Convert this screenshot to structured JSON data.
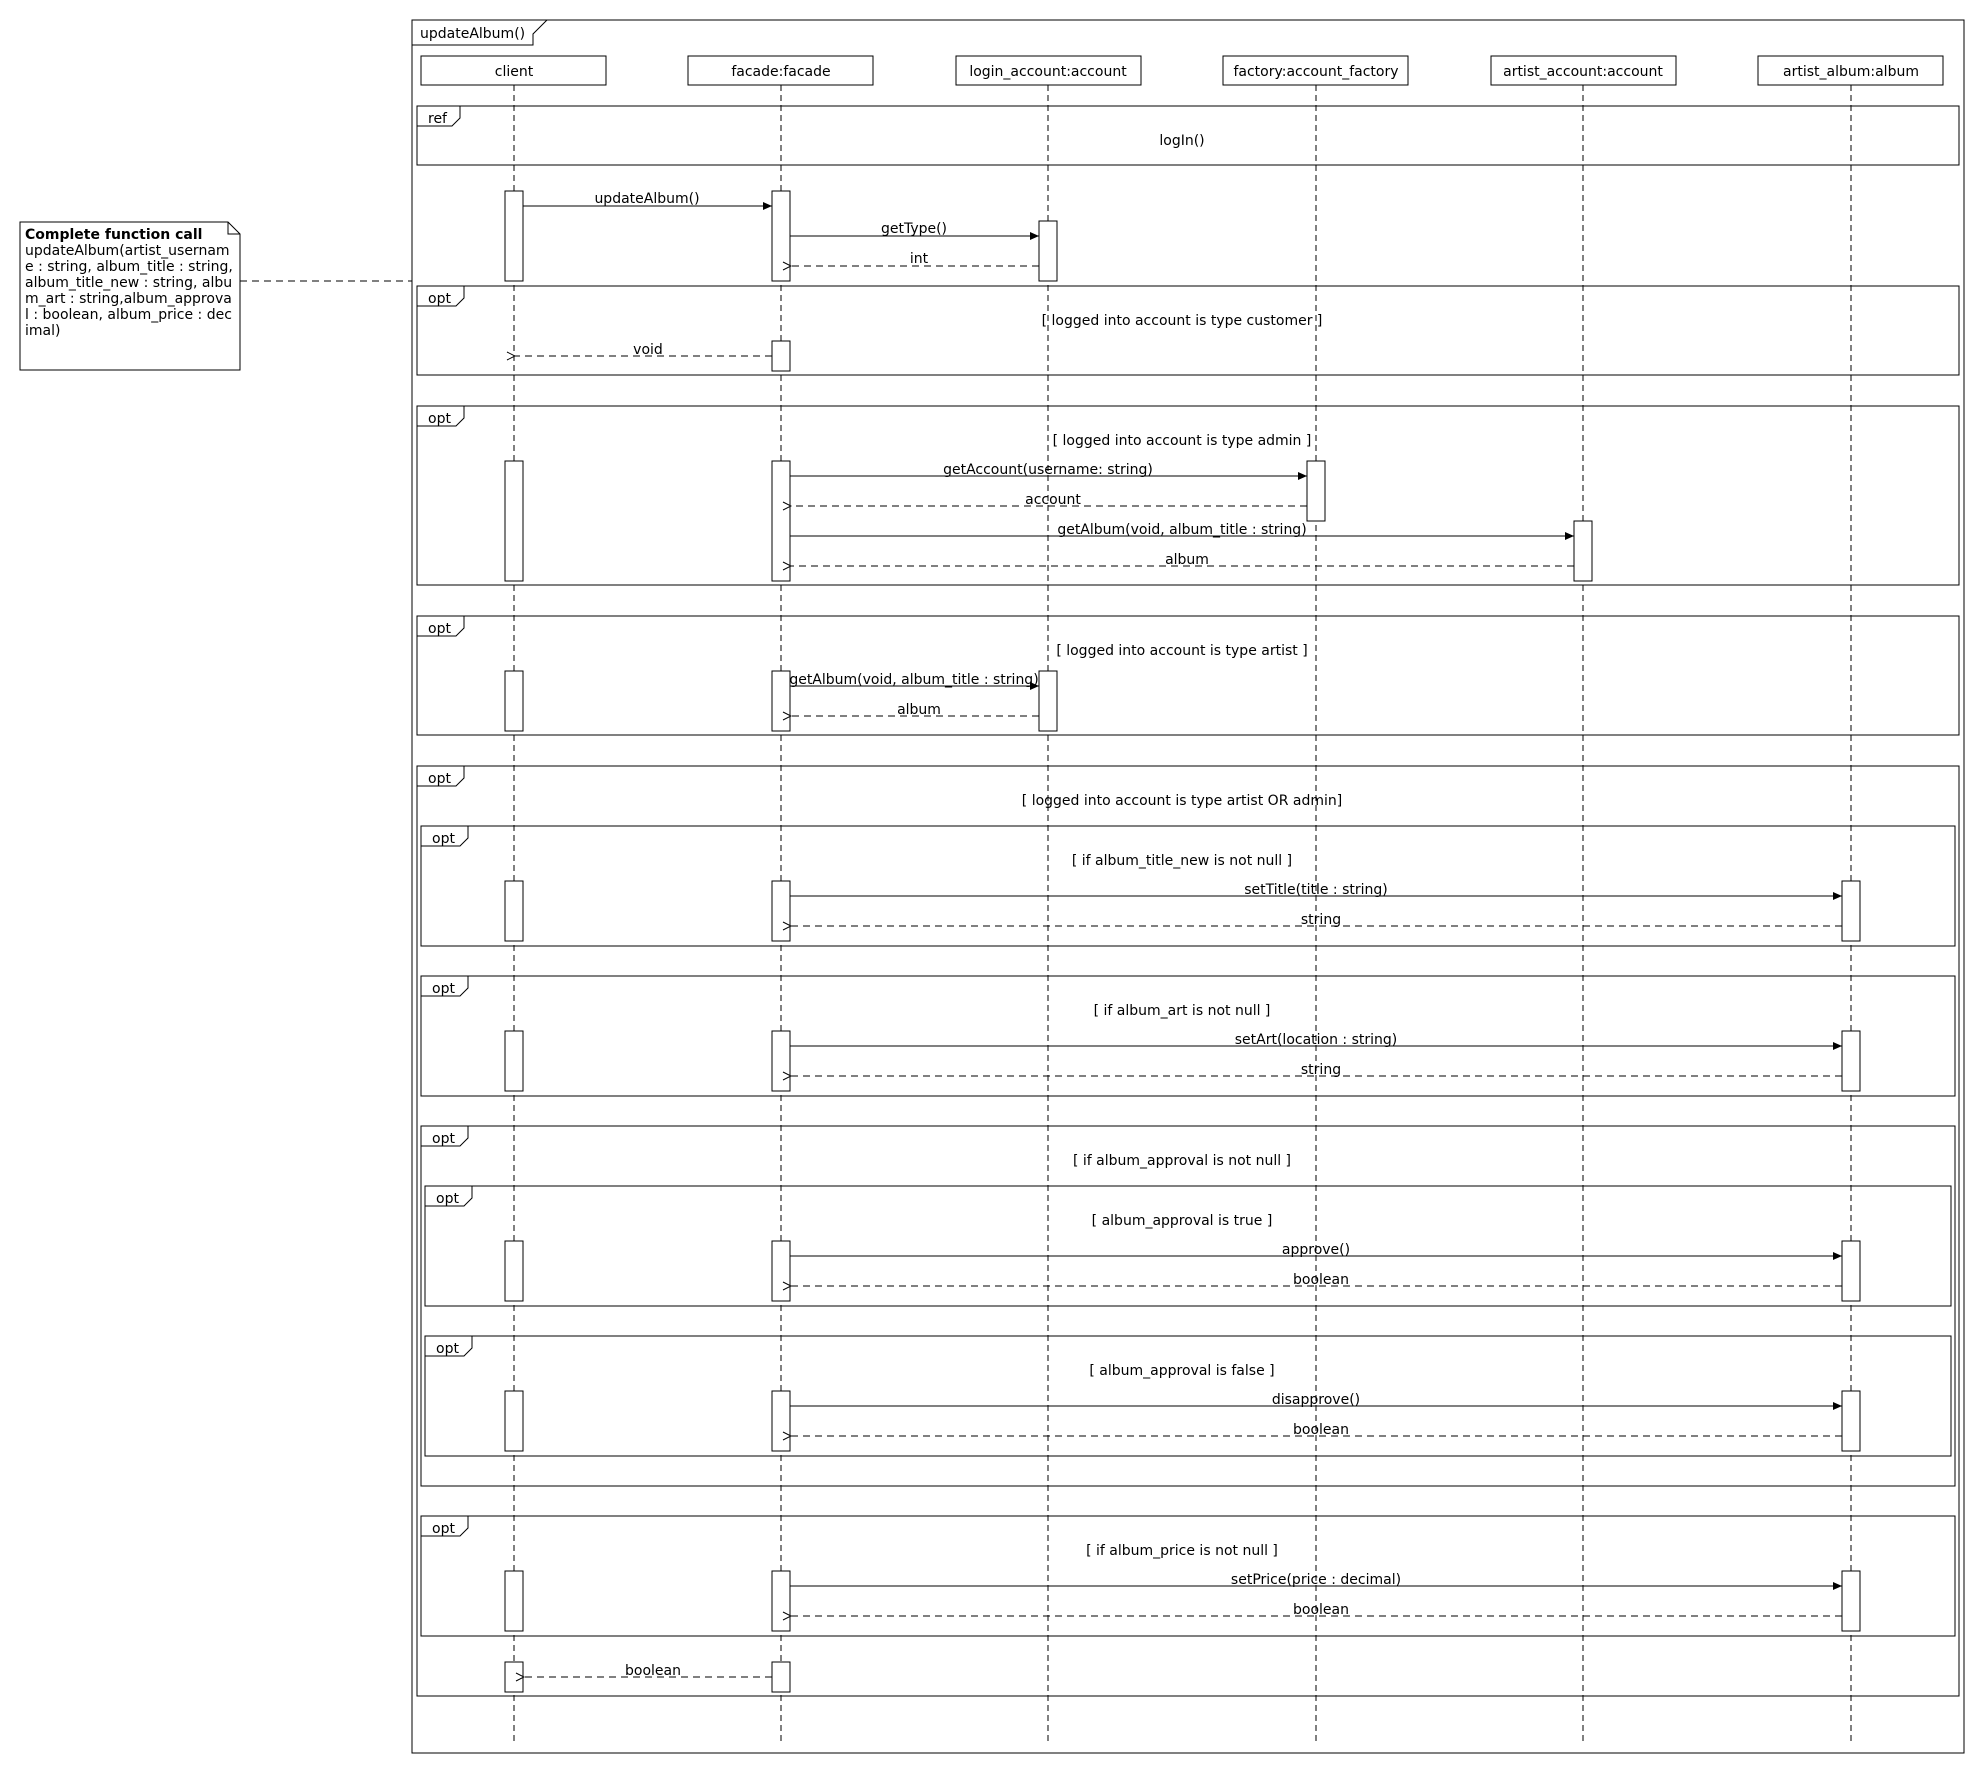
{
  "frame_title": "updateAlbum()",
  "participants": [
    {
      "id": "client",
      "label": "client"
    },
    {
      "id": "facade",
      "label": "facade:facade"
    },
    {
      "id": "login",
      "label": "login_account:account"
    },
    {
      "id": "factory",
      "label": "factory:account_factory"
    },
    {
      "id": "artist",
      "label": "artist_account:account"
    },
    {
      "id": "album",
      "label": "artist_album:album"
    }
  ],
  "ref": {
    "tag": "ref",
    "label": "logIn()"
  },
  "note": {
    "title": "Complete function call",
    "body": "updateAlbum(artist_username : string, album_title : string,album_title_new : string, album_art : string,album_approval : boolean, album_price : decimal)"
  },
  "fragments": [
    {
      "tag": "opt",
      "guard": "[ logged into account is type customer ]"
    },
    {
      "tag": "opt",
      "guard": "[ logged into account is type admin ]"
    },
    {
      "tag": "opt",
      "guard": "[ logged into account is type artist ]"
    },
    {
      "tag": "opt",
      "guard": "[ logged into account is type artist OR admin]"
    },
    {
      "tag": "opt",
      "guard": "[ if  album_title_new is not null ]"
    },
    {
      "tag": "opt",
      "guard": "[ if  album_art is not null ]"
    },
    {
      "tag": "opt",
      "guard": "[ if  album_approval is not null ]"
    },
    {
      "tag": "opt",
      "guard": "[ album_approval is true ]"
    },
    {
      "tag": "opt",
      "guard": "[ album_approval is false ]"
    },
    {
      "tag": "opt",
      "guard": "[ if  album_price is not null ]"
    }
  ],
  "messages": [
    {
      "label": "updateAlbum()",
      "from": "client",
      "to": "facade",
      "kind": "call"
    },
    {
      "label": "getType()",
      "from": "facade",
      "to": "login",
      "kind": "call"
    },
    {
      "label": "int",
      "from": "login",
      "to": "facade",
      "kind": "return"
    },
    {
      "label": "void",
      "from": "facade",
      "to": "client",
      "kind": "return"
    },
    {
      "label": "getAccount(username: string)",
      "from": "facade",
      "to": "factory",
      "kind": "call"
    },
    {
      "label": "account",
      "from": "factory",
      "to": "facade",
      "kind": "return"
    },
    {
      "label": "getAlbum(void, album_title : string)",
      "from": "facade",
      "to": "artist",
      "kind": "call"
    },
    {
      "label": "album",
      "from": "artist",
      "to": "facade",
      "kind": "return"
    },
    {
      "label": "getAlbum(void, album_title : string)",
      "from": "facade",
      "to": "login",
      "kind": "call"
    },
    {
      "label": "album",
      "from": "login",
      "to": "facade",
      "kind": "return"
    },
    {
      "label": "setTitle(title : string)",
      "from": "facade",
      "to": "album",
      "kind": "call"
    },
    {
      "label": "string",
      "from": "album",
      "to": "facade",
      "kind": "return"
    },
    {
      "label": "setArt(location : string)",
      "from": "facade",
      "to": "album",
      "kind": "call"
    },
    {
      "label": "string",
      "from": "album",
      "to": "facade",
      "kind": "return"
    },
    {
      "label": "approve()",
      "from": "facade",
      "to": "album",
      "kind": "call"
    },
    {
      "label": "boolean",
      "from": "album",
      "to": "facade",
      "kind": "return"
    },
    {
      "label": "disapprove()",
      "from": "facade",
      "to": "album",
      "kind": "call"
    },
    {
      "label": "boolean",
      "from": "album",
      "to": "facade",
      "kind": "return"
    },
    {
      "label": "setPrice(price : decimal)",
      "from": "facade",
      "to": "album",
      "kind": "call"
    },
    {
      "label": "boolean",
      "from": "album",
      "to": "facade",
      "kind": "return"
    },
    {
      "label": "boolean",
      "from": "facade",
      "to": "client",
      "kind": "return"
    }
  ]
}
